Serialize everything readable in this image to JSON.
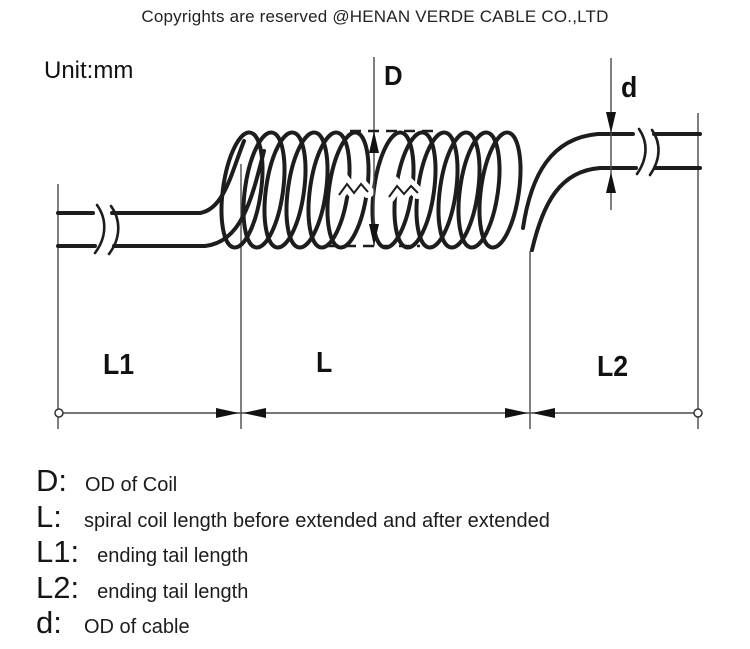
{
  "header": {
    "copyright": "Copyrights are reserved @HENAN VERDE CABLE CO.,LTD"
  },
  "diagram": {
    "unit_label": "Unit:mm",
    "labels": {
      "coil_od": "D",
      "cable_od": "d",
      "left_tail": "L1",
      "coil_length": "L",
      "right_tail": "L2"
    },
    "colors": {
      "line": "#1d1d1d",
      "dim_line": "#4a4a4a",
      "arrow": "#111111",
      "background": "#ffffff"
    }
  },
  "legend": {
    "items": [
      {
        "term": "D:",
        "description": "OD of Coil"
      },
      {
        "term": "L:",
        "description": "spiral coil length before extended and after extended"
      },
      {
        "term": "L1:",
        "description": "ending tail length"
      },
      {
        "term": "L2:",
        "description": "ending tail length"
      },
      {
        "term": "d:",
        "description": "OD of cable"
      }
    ]
  }
}
